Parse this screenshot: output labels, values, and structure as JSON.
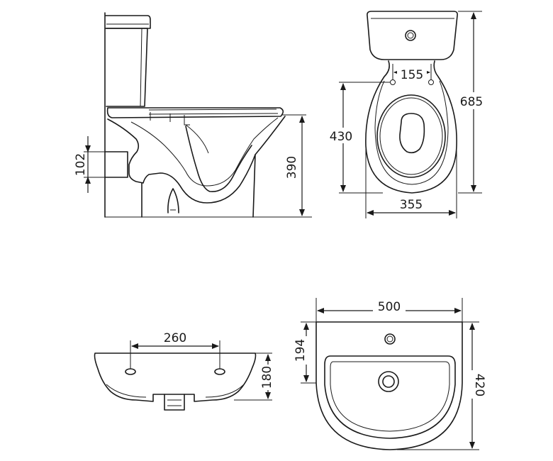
{
  "toilet_side": {
    "drain_height": "102",
    "rim_height": "390"
  },
  "toilet_top": {
    "bolt_spacing": "155",
    "depth": "685",
    "bowl_depth": "430",
    "width": "355"
  },
  "basin_front": {
    "bolt_spacing": "260",
    "height": "180"
  },
  "basin_top": {
    "width": "500",
    "depth": "420",
    "tap_hole_offset": "194"
  }
}
